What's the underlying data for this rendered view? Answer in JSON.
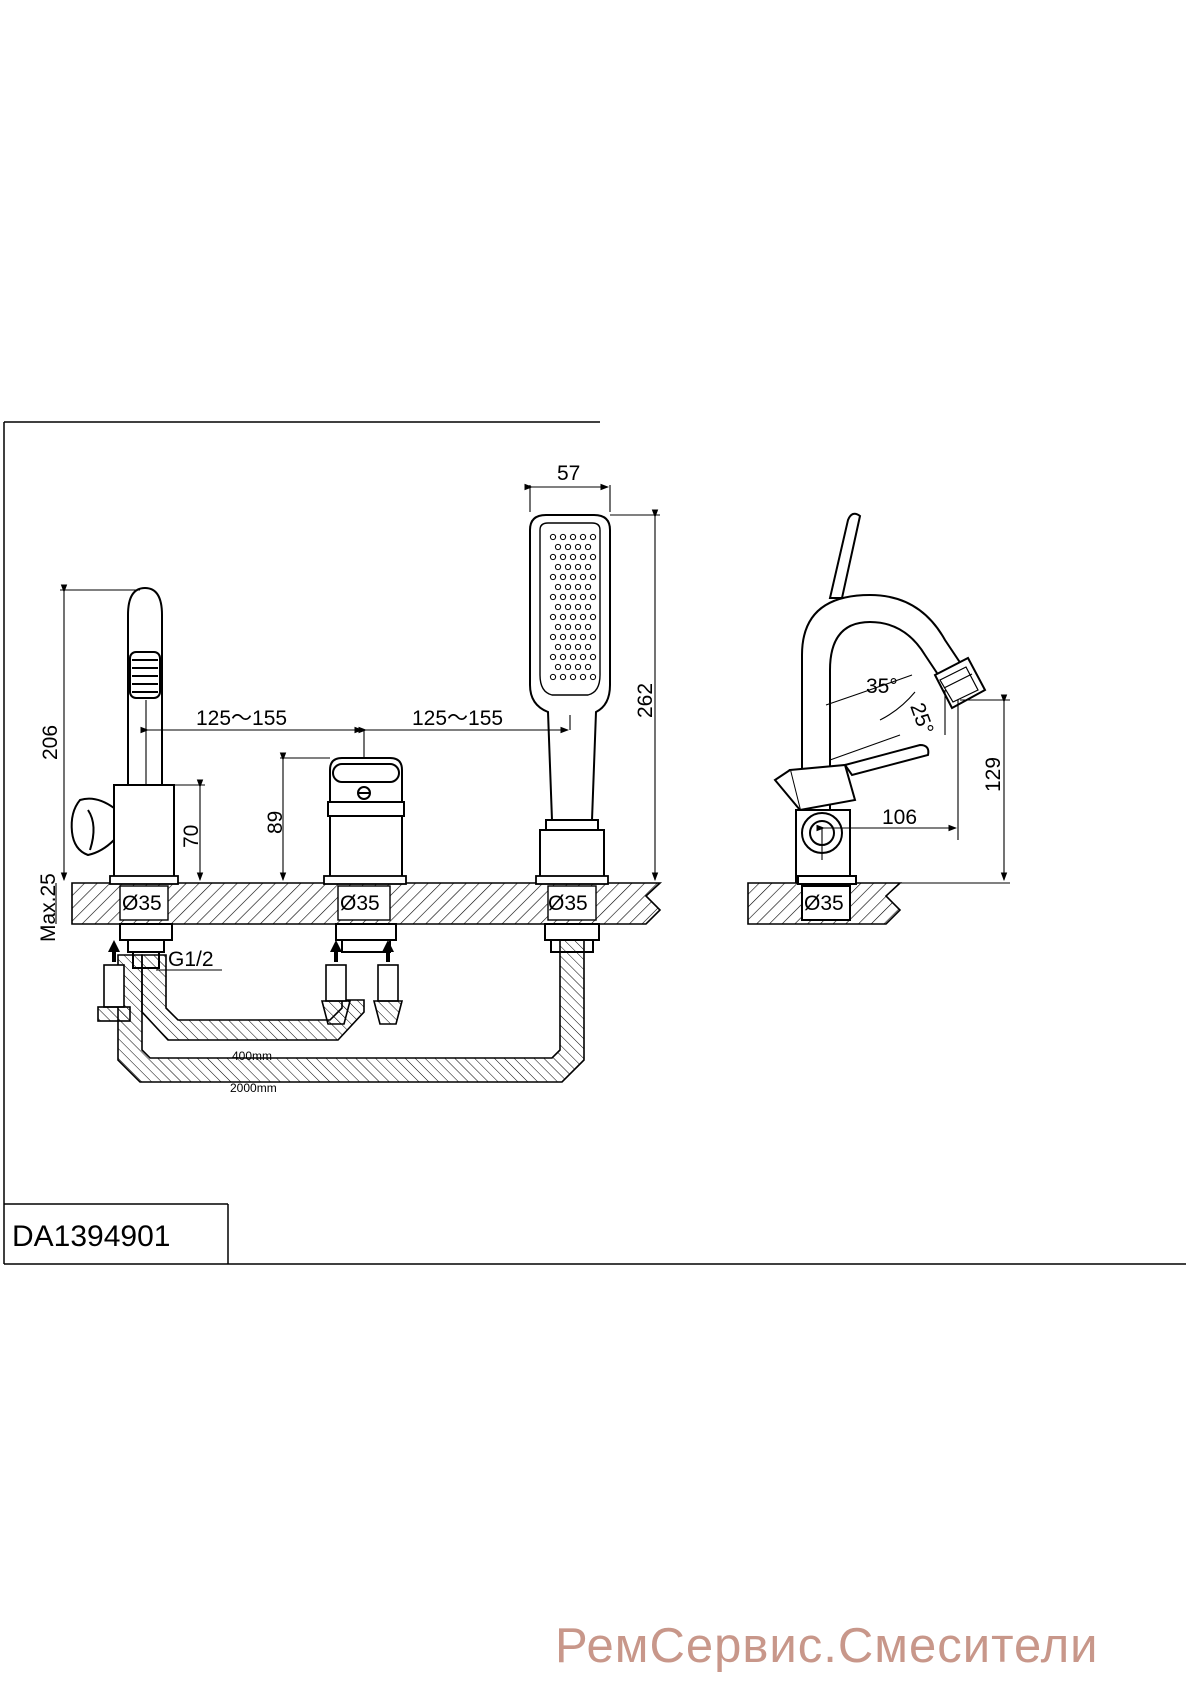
{
  "model_code": "DA1394901",
  "dimensions": {
    "spout_height": "206",
    "body_height": "70",
    "deck_thickness_max": "Max.25",
    "spacing_left": "125～155",
    "spacing_right": "125～155",
    "mixer_height": "89",
    "handshower_width": "57",
    "handshower_length": "262",
    "hole_diameter": "Ø35",
    "thread": "G1/2",
    "hose_short": "400mm",
    "hose_long": "2000mm",
    "angle_lever": "35°",
    "angle_outlet": "25°",
    "side_height": "129",
    "side_reach": "106"
  },
  "watermark": "РемСервис.Смесители"
}
